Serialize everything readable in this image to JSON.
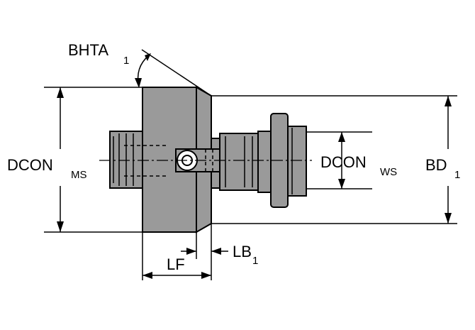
{
  "diagram": {
    "labels": {
      "bhta": "BHTA",
      "bhta_sub": "1",
      "dcon_ms": "DCON",
      "dcon_ms_sub": "MS",
      "dcon_ws": "DCON",
      "dcon_ws_sub": "WS",
      "bd": "BD",
      "bd_sub": "1",
      "lb": "LB",
      "lb_sub": "1",
      "lf": "LF"
    },
    "colors": {
      "body_fill": "#9a9a9a",
      "outline": "#000000",
      "background": "#ffffff"
    }
  }
}
